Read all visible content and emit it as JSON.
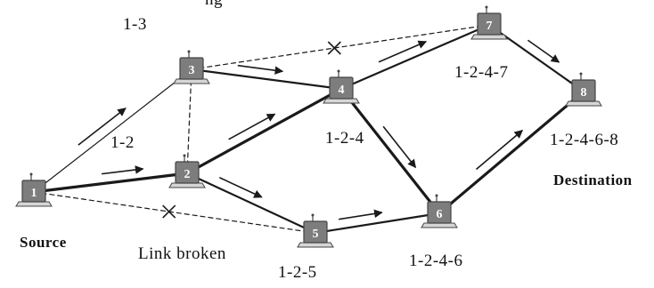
{
  "top_caption": "ng",
  "nodes": [
    {
      "id": "1"
    },
    {
      "id": "2"
    },
    {
      "id": "3"
    },
    {
      "id": "4"
    },
    {
      "id": "5"
    },
    {
      "id": "6"
    },
    {
      "id": "7"
    },
    {
      "id": "8"
    }
  ],
  "links": [
    {
      "from": "1",
      "to": "2",
      "style": "bold"
    },
    {
      "from": "1",
      "to": "3",
      "style": "thin"
    },
    {
      "from": "1",
      "to": "5",
      "style": "dashed",
      "broken": true
    },
    {
      "from": "2",
      "to": "3",
      "style": "dashed"
    },
    {
      "from": "2",
      "to": "4",
      "style": "bold"
    },
    {
      "from": "2",
      "to": "5",
      "style": "medium"
    },
    {
      "from": "3",
      "to": "4",
      "style": "medium"
    },
    {
      "from": "3",
      "to": "7",
      "style": "dashed",
      "broken": true
    },
    {
      "from": "4",
      "to": "6",
      "style": "bold"
    },
    {
      "from": "4",
      "to": "7",
      "style": "medium"
    },
    {
      "from": "5",
      "to": "6",
      "style": "medium"
    },
    {
      "from": "6",
      "to": "8",
      "style": "bold"
    },
    {
      "from": "7",
      "to": "8",
      "style": "medium"
    }
  ],
  "route_labels": {
    "n3": "1-3",
    "n2": "1-2",
    "n4": "1-2-4",
    "n7": "1-2-4-7",
    "n8": "1-2-4-6-8",
    "n5": "1-2-5",
    "n6": "1-2-4-6"
  },
  "labels": {
    "source": "Source",
    "destination": "Destination",
    "link_broken": "Link broken"
  },
  "colors": {
    "line": "#1a1a1a",
    "node_screen": "#7d7d7d",
    "node_frame": "#444444",
    "node_label": "#ffffff"
  }
}
